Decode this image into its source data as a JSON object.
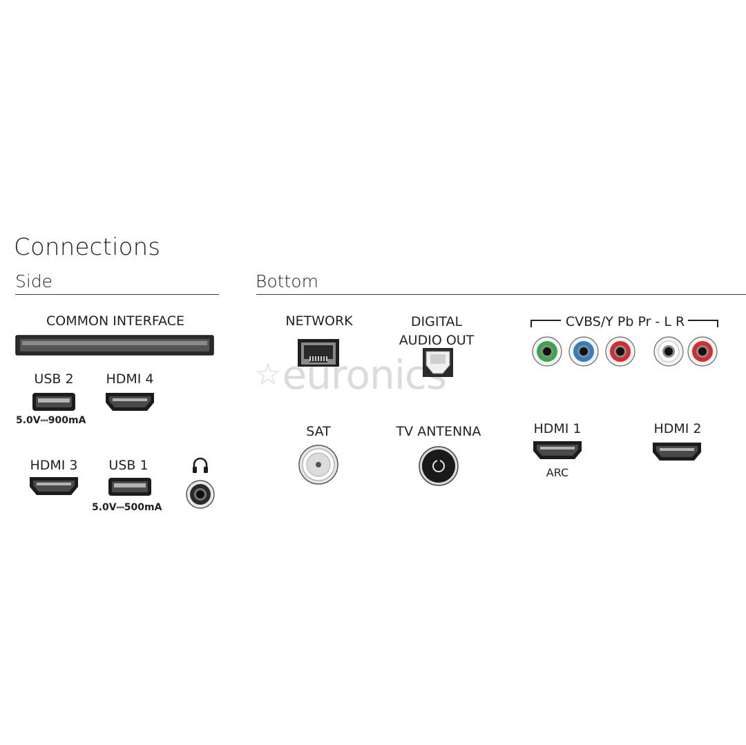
{
  "title": "Connections",
  "side": {
    "heading": "Side",
    "common_interface": "COMMON INTERFACE",
    "usb2": "USB 2",
    "usb2_spec": "5.0V⎓900mA",
    "hdmi4": "HDMI 4",
    "hdmi3": "HDMI 3",
    "usb1": "USB 1",
    "usb1_spec": "5.0V⎓500mA"
  },
  "bottom": {
    "heading": "Bottom",
    "network": "NETWORK",
    "digital_audio_line1": "DIGITAL",
    "digital_audio_line2": "AUDIO OUT",
    "cvbs": "CVBS/Y Pb Pr - L R",
    "sat": "SAT",
    "tv_antenna": "TV ANTENNA",
    "hdmi1": "HDMI 1",
    "hdmi1_note": "ARC",
    "hdmi2": "HDMI 2"
  },
  "watermark": {
    "text": "euronics"
  },
  "colors": {
    "green_jack": "#3aa64a",
    "blue_jack": "#2e7fc4",
    "red_jack": "#d62b2f",
    "white_jack": "#f2f2f2",
    "text": "#231f20"
  }
}
